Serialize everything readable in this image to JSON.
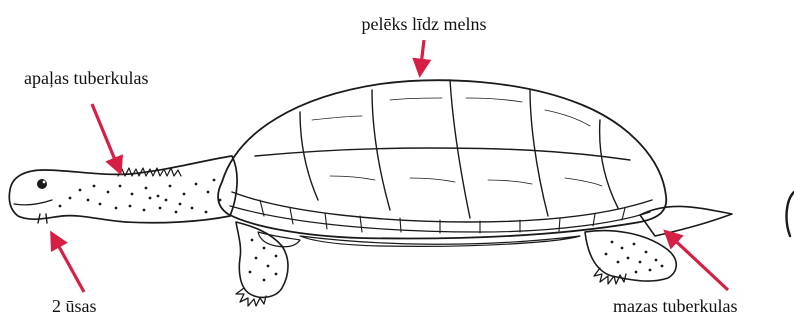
{
  "labels": {
    "shell": "pelēks līdz melns",
    "neck": "apaļas tuberkulas",
    "chin": "2 ūsas",
    "leg": "mazas tuberkulas"
  },
  "colors": {
    "arrow": "#d61f45",
    "ink": "#1a1a1a",
    "background": "#ffffff"
  }
}
